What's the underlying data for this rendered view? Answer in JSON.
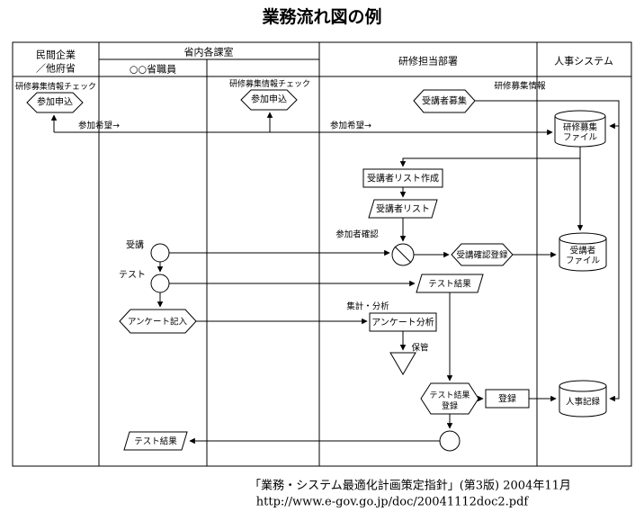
{
  "title": "業務流れ図の例",
  "lanes": {
    "lane1_line1": "民間企業",
    "lane1_line2": "／他府省",
    "lane2": "省内各課室",
    "lane2_sub": "○○省職員",
    "lane3": "研修担当部署",
    "lane4": "人事システム"
  },
  "nodes": {
    "check1": "研修募集情報チェック",
    "apply1": "参加申込",
    "wish1": "参加希望→",
    "check2": "研修募集情報チェック",
    "apply2": "参加申込",
    "wish2": "参加希望→",
    "recruit": "受講者募集",
    "recruit_info": "研修募集情報",
    "file1_l1": "研修募集",
    "file1_l2": "ファイル",
    "make_list": "受講者リスト作成",
    "list": "受講者リスト",
    "confirm_label": "参加者確認",
    "confirm_reg": "受講確認登録",
    "file2_l1": "受講者",
    "file2_l2": "ファイル",
    "attend": "受講",
    "test": "テスト",
    "test_result_mid": "テスト結果",
    "survey": "アンケート記入",
    "analysis_label": "集計・分析",
    "survey_analysis": "アンケート分析",
    "store": "保管",
    "test_reg_l1": "テスト結果",
    "test_reg_l2": "登録",
    "register": "登録",
    "hr_record": "人事記録",
    "test_result_bottom": "テスト結果"
  },
  "footer": {
    "source": "「業務・システム最適化計画策定指針」(第3版) 2004年11月",
    "url": "http://www.e-gov.go.jp/doc/20041112doc2.pdf"
  },
  "colors": {
    "line": "#000000",
    "background": "#ffffff"
  }
}
